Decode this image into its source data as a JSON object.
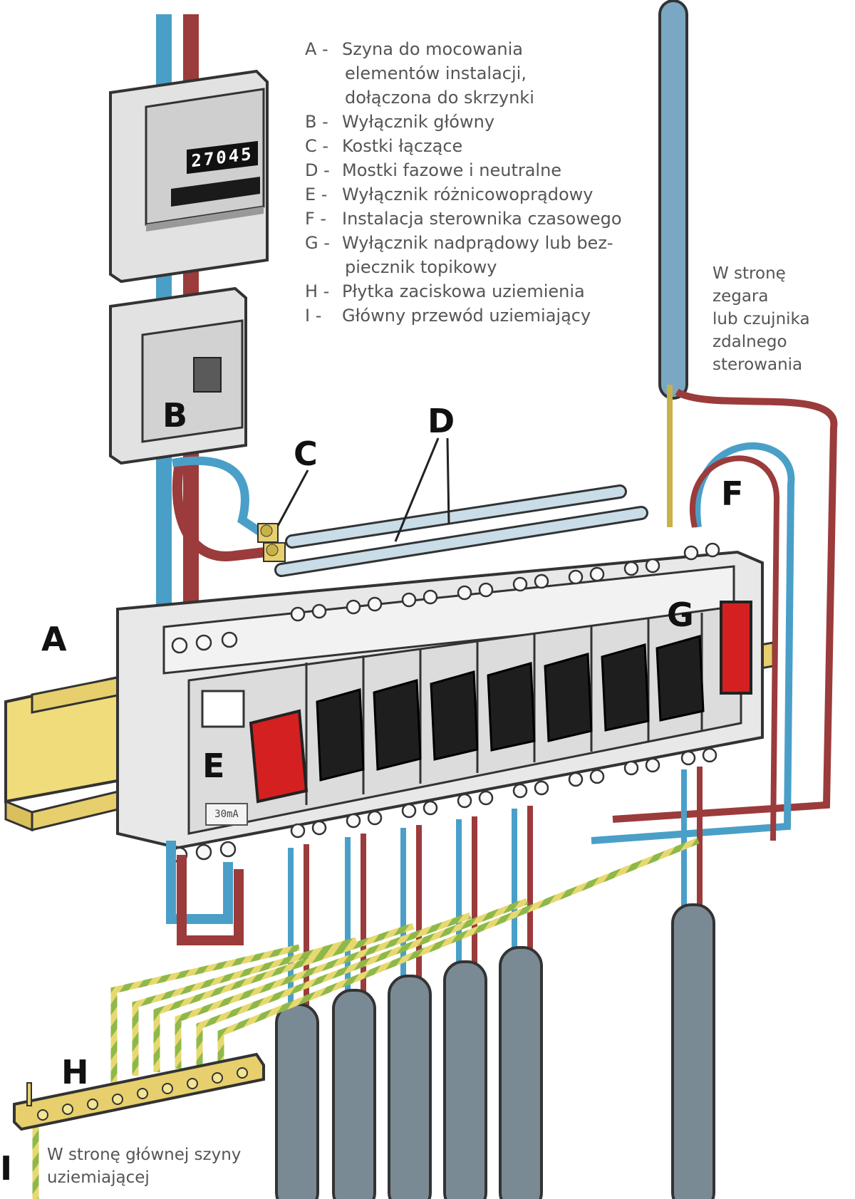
{
  "legend": [
    {
      "key": "A -",
      "lines": [
        "Szyna do mocowania",
        "elementów instalacji,",
        "dołączona do skrzynki"
      ]
    },
    {
      "key": "B -",
      "lines": [
        "Wyłącznik główny"
      ]
    },
    {
      "key": "C -",
      "lines": [
        "Kostki łączące"
      ]
    },
    {
      "key": "D -",
      "lines": [
        "Mostki fazowe i neutralne"
      ]
    },
    {
      "key": "E -",
      "lines": [
        "Wyłącznik różnicowoprądowy"
      ]
    },
    {
      "key": "F -",
      "lines": [
        "Instalacja sterownika czasowego"
      ]
    },
    {
      "key": "G -",
      "lines": [
        "Wyłącznik nadprądowy lub bez-",
        "piecznik topikowy"
      ]
    },
    {
      "key": "H -",
      "lines": [
        "Płytka zaciskowa uziemienia"
      ]
    },
    {
      "key": "I -",
      "lines": [
        "Główny przewód uziemiający"
      ]
    }
  ],
  "labels": {
    "A": "A",
    "B": "B",
    "C": "C",
    "D": "D",
    "E": "E",
    "F": "F",
    "G": "G",
    "H": "H",
    "I": "I"
  },
  "note_clock": [
    "W stronę",
    "zegara",
    "lub czujnika",
    "zdalnego",
    "sterowania"
  ],
  "note_ground": [
    "W stronę głównej szyny",
    "uziemiającej"
  ],
  "meter_reading": "27045",
  "rcd_rating": "30mA",
  "colors": {
    "live": "#9b3b3b",
    "neutral": "#4a9fc8",
    "earth_green": "#8fb84a",
    "earth_yellow": "#e8d870",
    "rail": "#e6cf6c",
    "cable": "#7a8a94",
    "toggle_main": "#d42020",
    "toggle": "#1e1e1e"
  }
}
